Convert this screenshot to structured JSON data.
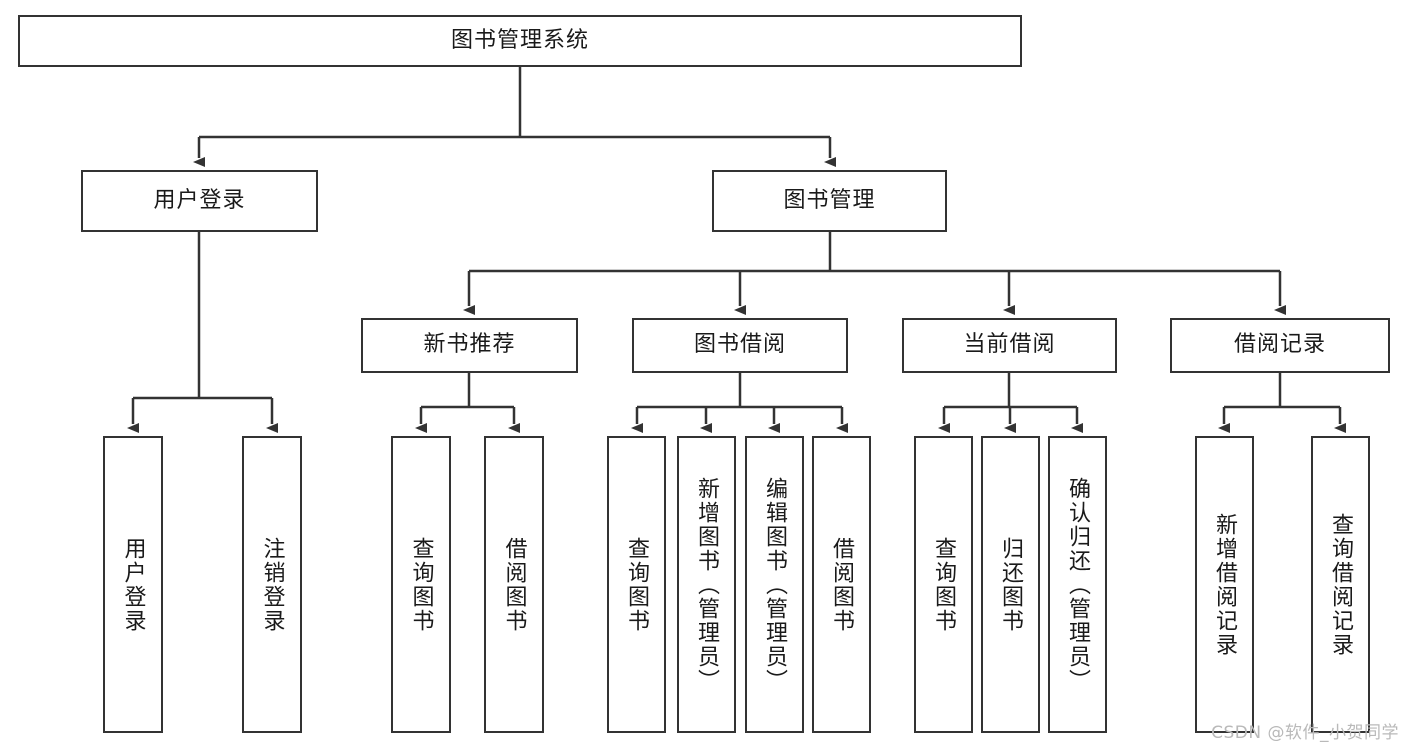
{
  "diagram": {
    "title": "图书管理系统",
    "type": "tree-structure-chart",
    "root": {
      "label": "图书管理系统"
    },
    "level2": [
      {
        "label": "用户登录"
      },
      {
        "label": "图书管理"
      }
    ],
    "level3": [
      {
        "label": "新书推荐"
      },
      {
        "label": "图书借阅"
      },
      {
        "label": "当前借阅"
      },
      {
        "label": "借阅记录"
      }
    ],
    "leaves": {
      "user_login": [
        {
          "label": "用户登录"
        },
        {
          "label": "注销登录"
        }
      ],
      "new_book_recommend": [
        {
          "label": "查询图书"
        },
        {
          "label": "借阅图书"
        }
      ],
      "book_borrow": [
        {
          "label": "查询图书"
        },
        {
          "label": "新增图书（管理员）"
        },
        {
          "label": "编辑图书（管理员）"
        },
        {
          "label": "借阅图书"
        }
      ],
      "current_borrow": [
        {
          "label": "查询图书"
        },
        {
          "label": "归还图书"
        },
        {
          "label": "确认归还（管理员）"
        }
      ],
      "borrow_record": [
        {
          "label": "新增借阅记录"
        },
        {
          "label": "查询借阅记录"
        }
      ]
    }
  },
  "watermark": {
    "text": "CSDN @软件_小贺同学"
  },
  "colors": {
    "box_border": "#333333",
    "box_fill": "#ffffff",
    "link_stroke": "#333333",
    "text": "#1a1a1a",
    "watermark": "#b9b9b9"
  }
}
